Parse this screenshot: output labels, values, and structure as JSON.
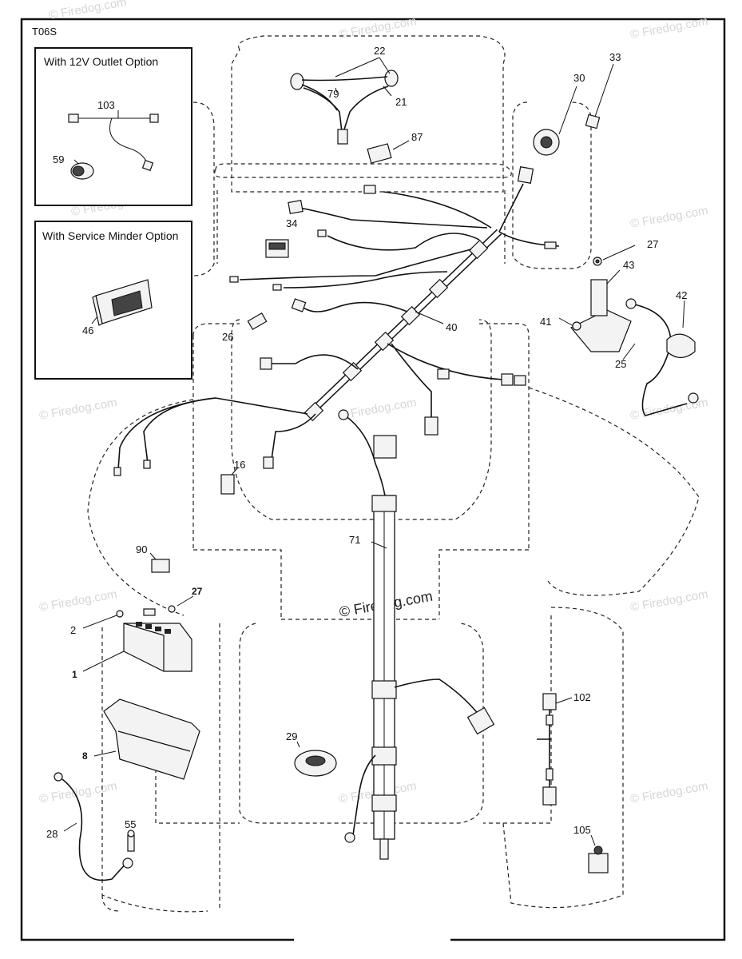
{
  "diagram_id": "T06S",
  "insets": {
    "outlet": {
      "title": "With 12V Outlet Option"
    },
    "minder": {
      "title": "With Service Minder Option"
    }
  },
  "callouts": {
    "c1": "1",
    "c2": "2",
    "c8": "8",
    "c16": "16",
    "c21": "21",
    "c22": "22",
    "c25": "25",
    "c26": "26",
    "c27a": "27",
    "c27b": "27",
    "c28": "28",
    "c29": "29",
    "c30": "30",
    "c33": "33",
    "c34": "34",
    "c40": "40",
    "c41": "41",
    "c42": "42",
    "c43": "43",
    "c46": "46",
    "c55": "55",
    "c59": "59",
    "c71": "71",
    "c79": "79",
    "c87": "87",
    "c90": "90",
    "c102": "102",
    "c103": "103",
    "c105": "105"
  },
  "watermarks": {
    "small": "© Firedog.com",
    "center": "© Firedog.com"
  }
}
